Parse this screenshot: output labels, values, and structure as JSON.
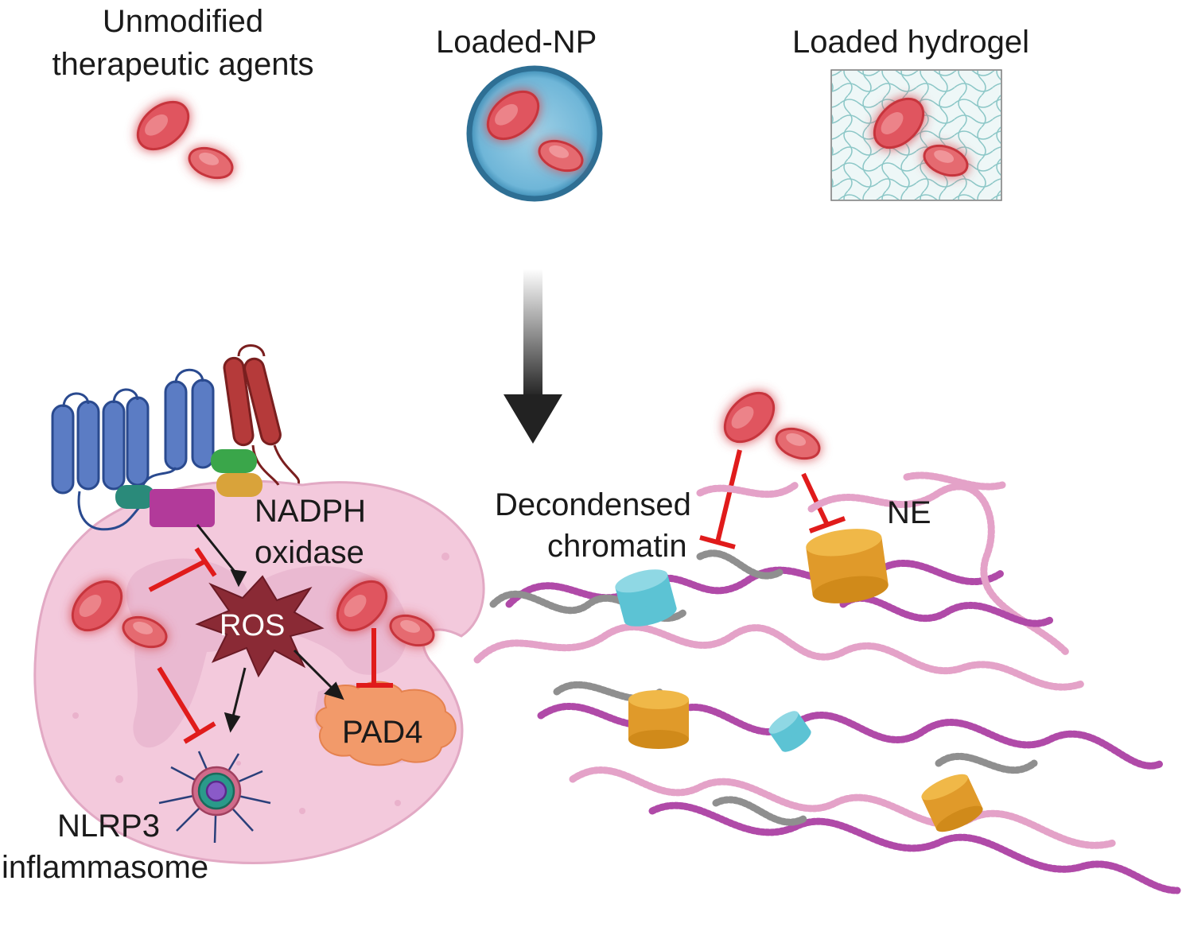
{
  "top": {
    "unmodified_line1": "Unmodified",
    "unmodified_line2": "therapeutic agents",
    "loaded_np": "Loaded-NP",
    "loaded_hydrogel": "Loaded hydrogel"
  },
  "cell": {
    "nadph_line1": "NADPH",
    "nadph_line2": "oxidase",
    "ros": "ROS",
    "pad4": "PAD4",
    "nlrp3_line1": "NLRP3",
    "nlrp3_line2": "inflammasome"
  },
  "net": {
    "decondensed_line1": "Decondensed",
    "decondensed_line2": "chromatin",
    "ne": "NE"
  },
  "colors": {
    "drug": "#e0555e",
    "drug_glow": "#ff3b3b",
    "inhibit": "#e01b1b",
    "cell": "#f3c9dc",
    "nucleus": "#e9b7cf",
    "receptor_blue": "#5b7cc4",
    "receptor_red": "#b53a3a",
    "ros": "#8a2a35",
    "pad4": "#f29a6a",
    "ne": "#e09a2a",
    "histone": "#5cc3d4",
    "chromatin_purple": "#b04aa8",
    "chromatin_pink": "#e4a2c8",
    "chromatin_gray": "#8f8f8f",
    "nanoparticle": "#6fb6d8",
    "hydrogel": "#9fcfcf"
  }
}
